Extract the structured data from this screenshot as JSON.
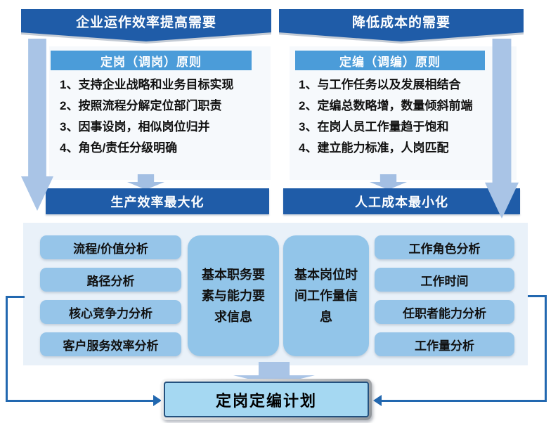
{
  "left_flow": {
    "banner": "企业运作效率提高需要",
    "principles_title": "定岗（调岗）原则",
    "principles": [
      "1、支持企业战略和业务目标实现",
      "2、按照流程分解定位部门职责",
      "3、因事设岗，相似岗位归并",
      "4、角色/责任分级明确"
    ],
    "result_bar": "生产效率最大化"
  },
  "right_flow": {
    "banner": "降低成本的需要",
    "principles_title": "定编（调编）原则",
    "principles": [
      "1、与工作任务以及发展相结合",
      "2、定编总数略增，数量倾斜前端",
      "3、在岗人员工作量趋于饱和",
      "4、建立能力标准，人岗匹配"
    ],
    "result_bar": "人工成本最小化"
  },
  "analysis_panel": {
    "left_items": [
      "流程/价值分析",
      "路径分析",
      "核心竞争力分析",
      "客户服务效率分析"
    ],
    "left_summary": "基本职务要素与能力要求信息",
    "right_summary": "基本岗位时间工作量信息",
    "right_items": [
      "工作角色分析",
      "工作时间",
      "任职者能力分析",
      "工作量分析"
    ]
  },
  "output": {
    "label": "定岗定编计划"
  },
  "colors": {
    "dark_blue": "#1F5CA8",
    "header_blue": "#4B9CD9",
    "light_box_blue": "#96C5E9",
    "arrow_blue": "#A9C4E6",
    "panel_bg": "#E9F1F9",
    "connector_blue": "#2268B0",
    "output_fill": "#A5D8F2",
    "output_border": "#24517E"
  }
}
